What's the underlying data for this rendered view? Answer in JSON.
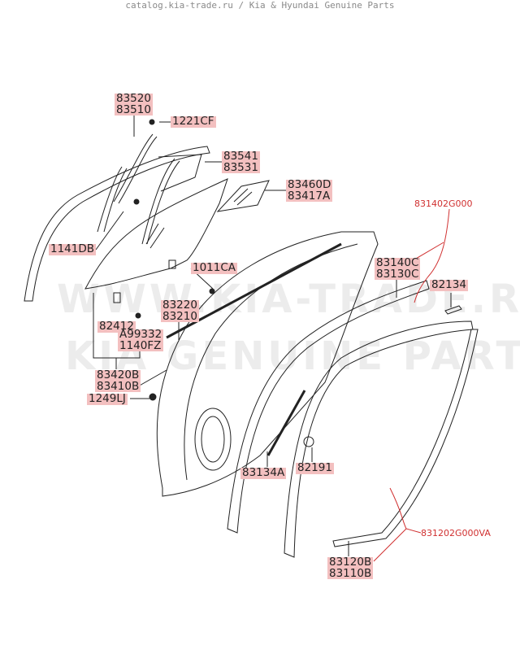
{
  "header": "catalog.kia-trade.ru / Kia & Hyundai Genuine Parts",
  "watermark": [
    "WWW.KIA-TRADE.RU",
    "KIA GENUINE PARTS"
  ],
  "labels": {
    "l83520": "83520",
    "l83510": "83510",
    "l1221CF": "1221CF",
    "l83541": "83541",
    "l83531": "83531",
    "l83460D": "83460D",
    "l83417A": "83417A",
    "l1141DB": "1141DB",
    "l1011CA": "1011CA",
    "l83220": "83220",
    "l83210": "83210",
    "l82412": "82412",
    "lA99332": "A99332",
    "l1140FZ": "1140FZ",
    "l83420B": "83420B",
    "l83410B": "83410B",
    "l1249LJ": "1249LJ",
    "l83140C": "83140C",
    "l83130C": "83130C",
    "l82134": "82134",
    "l83134A": "83134A",
    "l82191": "82191",
    "l83120B": "83120B",
    "l83110B": "83110B"
  },
  "red_labels": {
    "r831402G000": "831402G000",
    "r831202G000VA": "831202G000VA"
  },
  "colors": {
    "label_bg": "#f3c0c0",
    "red_annotation": "#d03030",
    "line": "#222222"
  }
}
